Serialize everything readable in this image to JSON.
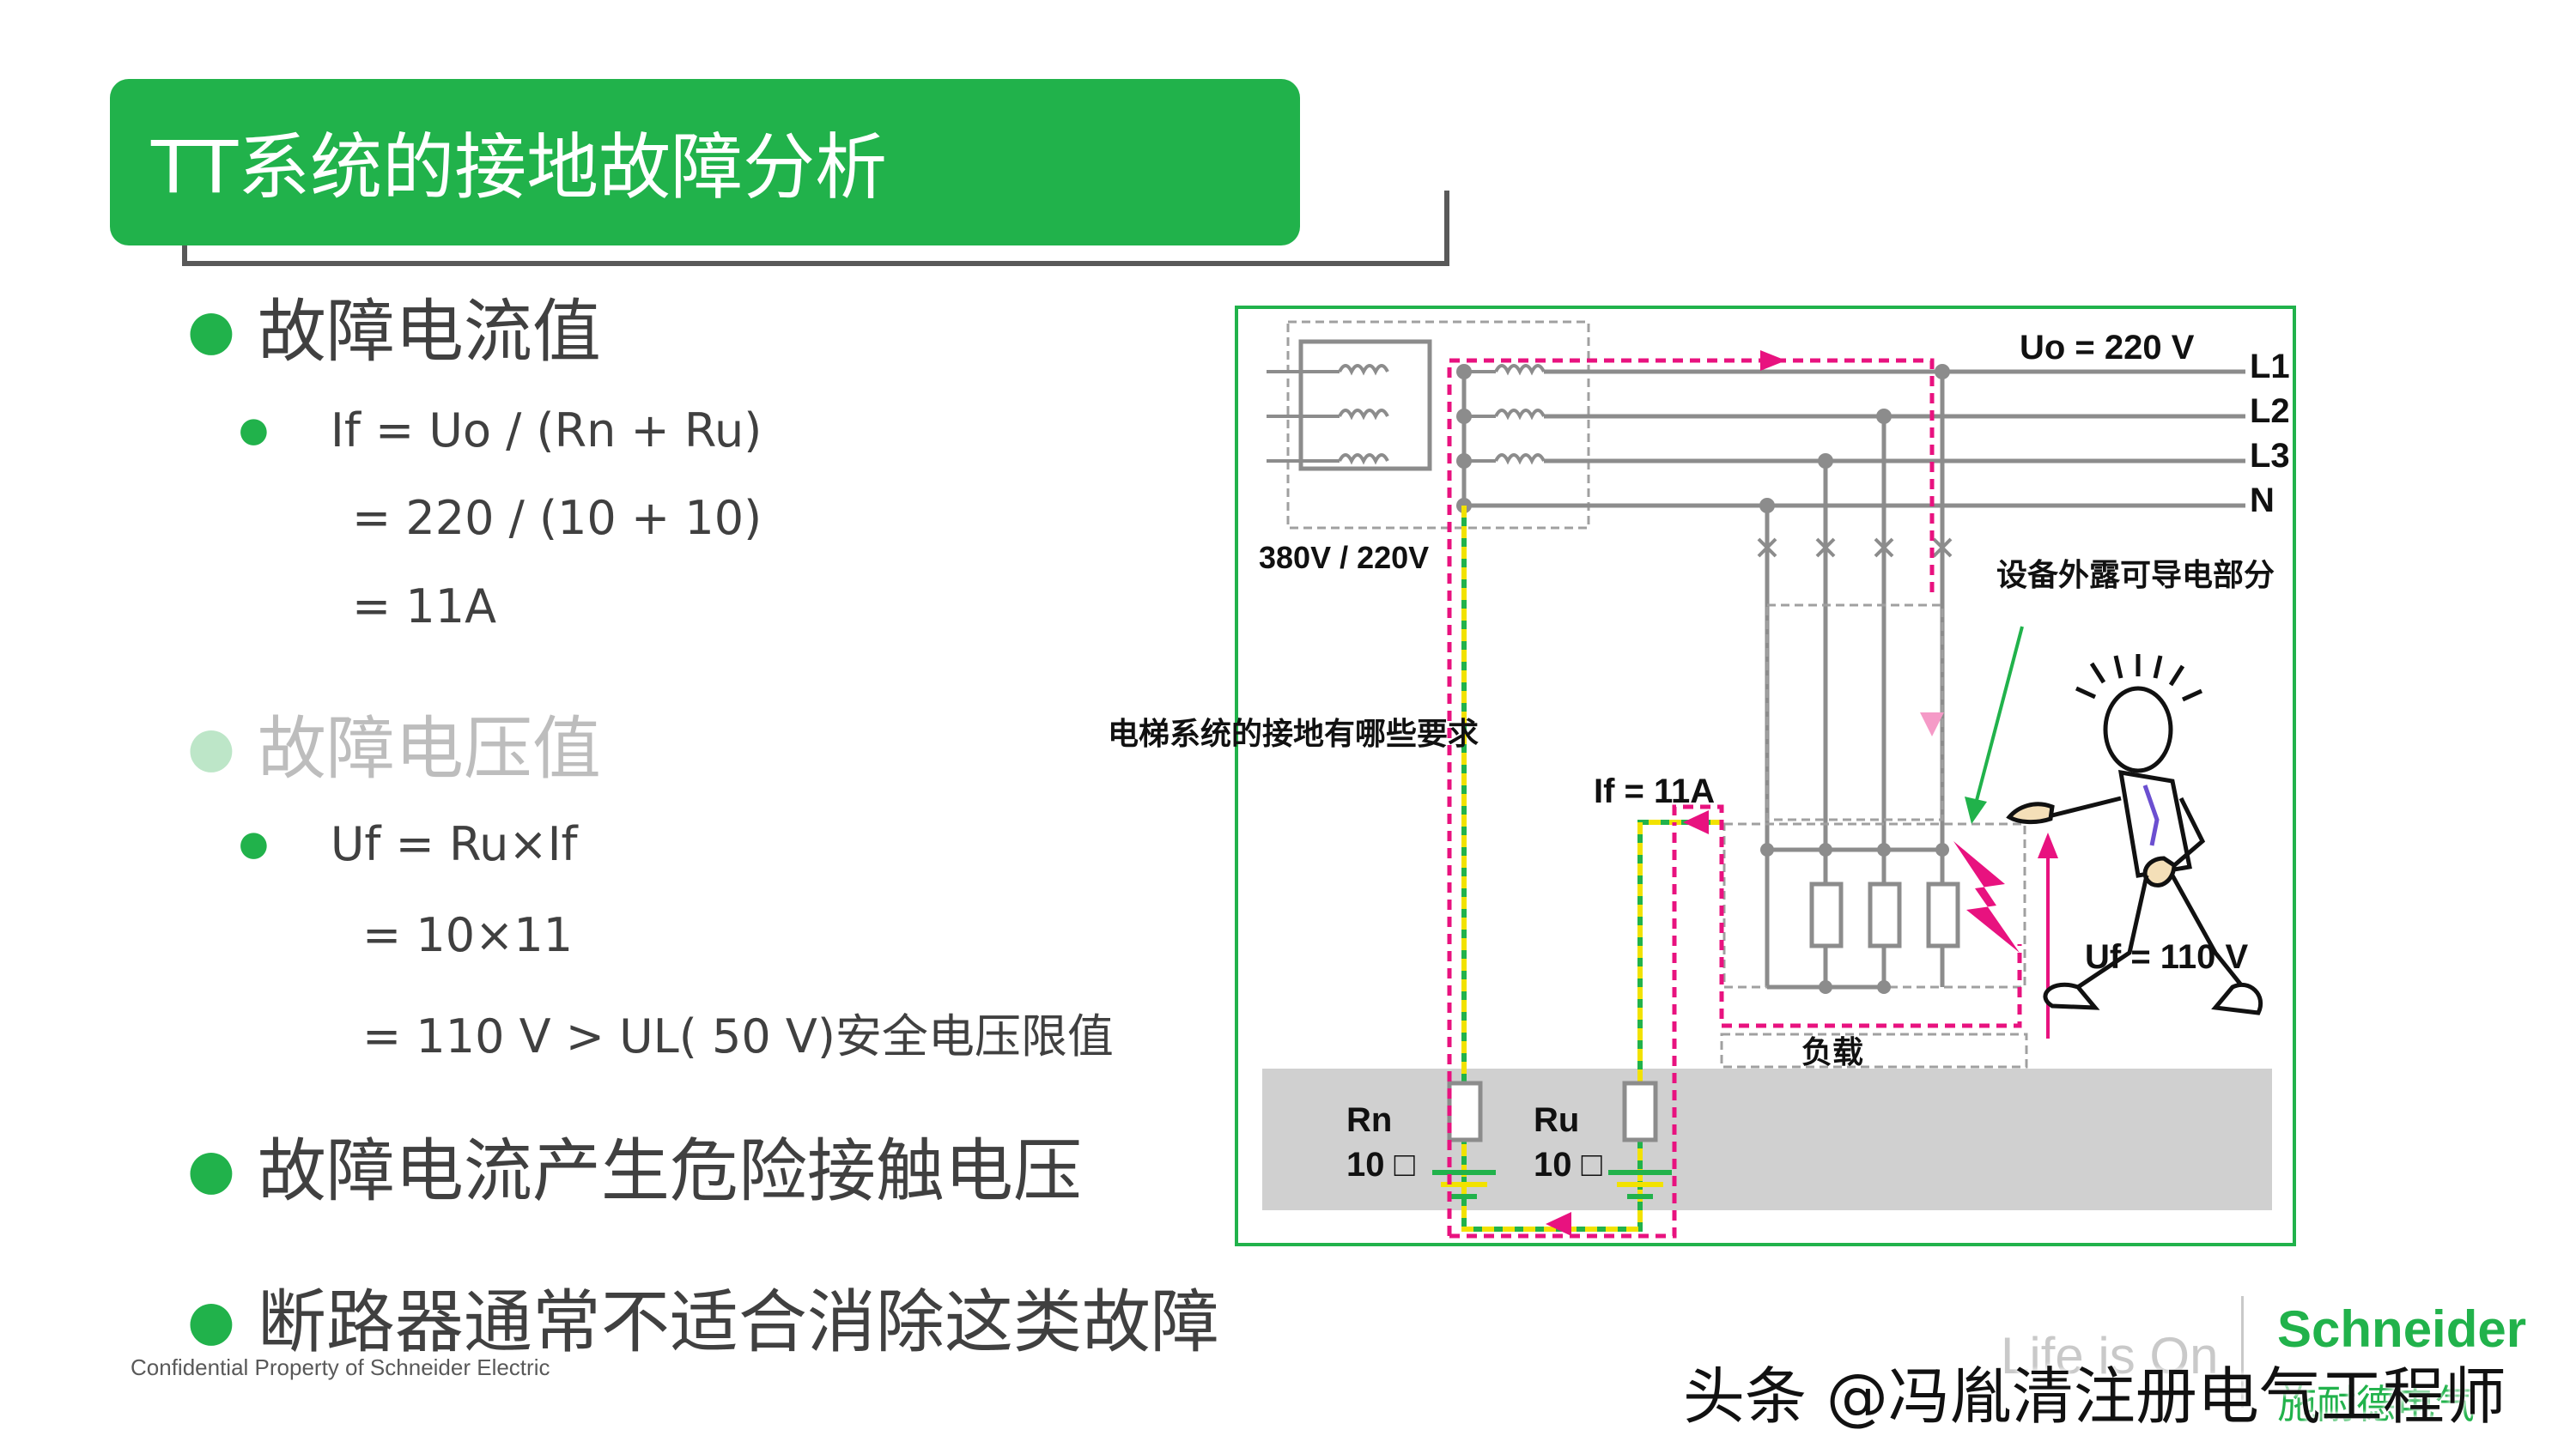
{
  "title": "TT系统的接地故障分析",
  "bullets": {
    "b1": "故障电流值",
    "b1_l1": "If = Uo / (Rn + Ru)",
    "b1_l2": "= 220 / (10 + 10)",
    "b1_l3": "= 11A",
    "b2": "故障电压值",
    "b2_l1": "Uf = Ru×If",
    "b2_l2": "= 10×11",
    "b2_l3": "= 110 V > UL( 50 V)安全电压限值",
    "b3": "故障电流产生危险接触电压",
    "b4": "断路器通常不适合消除这类故障"
  },
  "diagram": {
    "uo": "Uo = 220 V",
    "l1": "L1",
    "l2": "L2",
    "l3": "L3",
    "n": "N",
    "transformer": "380V / 220V",
    "exposed": "设备外露可导电部分",
    "if_label": "If = 11A",
    "uf_label": "Uf = 110 V",
    "load": "负载",
    "rn": "Rn",
    "rn_val": "10 □",
    "ru": "Ru",
    "ru_val": "10 □"
  },
  "overlay_question": "电梯系统的接地有哪些要求",
  "footer": {
    "confidential": "Confidential Property of Schneider Electric",
    "slogan": "Life is On",
    "brand": "Schneider",
    "brand_sub": "施耐德电气",
    "watermark": "头条 @冯胤清注册电气工程师"
  },
  "colors": {
    "green": "#21b24b",
    "fault_path": "#e8127f",
    "pe_yellow": "#f2e200",
    "wire_gray": "#8c8c8c",
    "ground_gray": "#d0d0d0"
  }
}
